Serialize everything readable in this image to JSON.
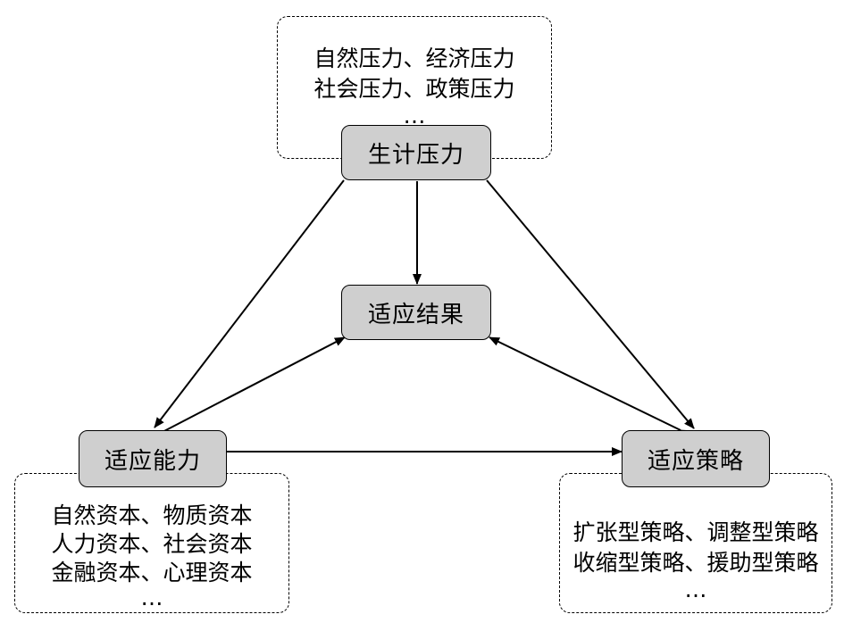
{
  "nodes": {
    "pressure": "生计压力",
    "outcome": "适应结果",
    "capacity": "适应能力",
    "strategy": "适应策略"
  },
  "pressure_details": [
    "自然压力、经济压力",
    "社会压力、政策压力",
    "…"
  ],
  "capacity_details": [
    "自然资本、物质资本",
    "人力资本、社会资本",
    "金融资本、心理资本",
    "…"
  ],
  "strategy_details": [
    "扩张型策略、调整型策略",
    "收缩型策略、援助型策略",
    "…"
  ]
}
